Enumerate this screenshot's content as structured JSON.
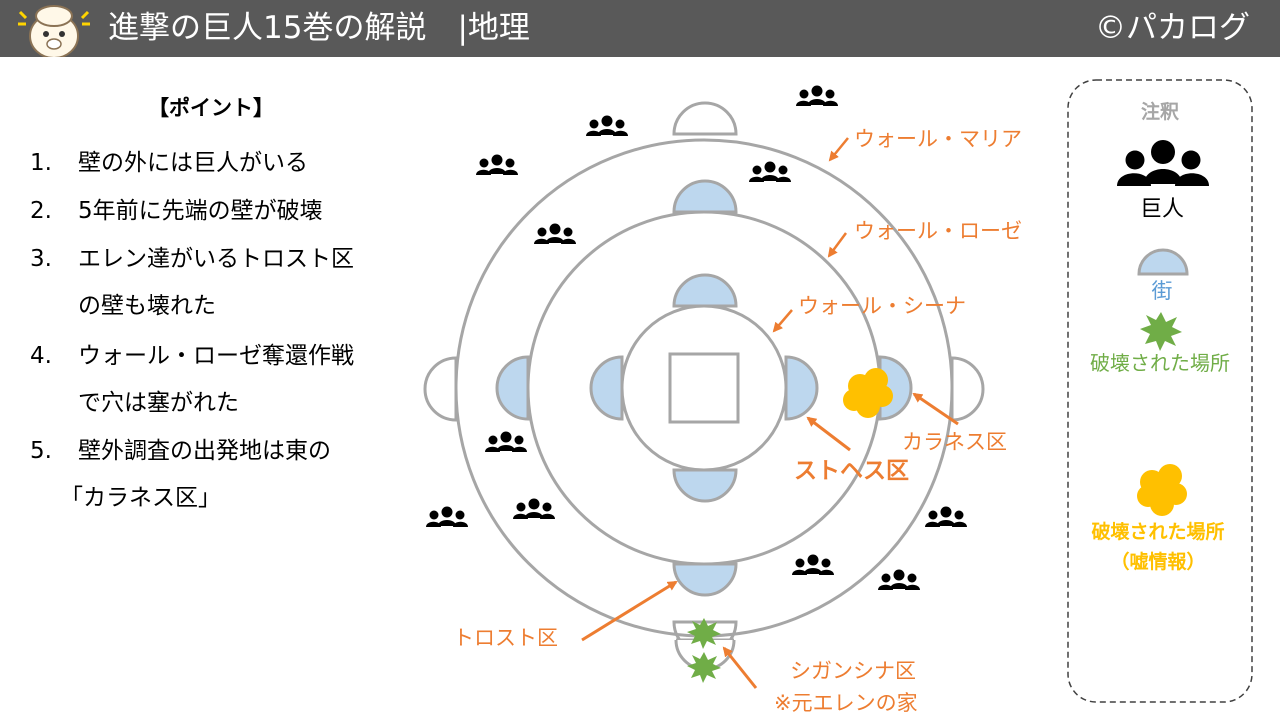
{
  "header": {
    "title": "進撃の巨人15巻の解説　|地理",
    "copyright": "©パカログ"
  },
  "points": {
    "heading": "【ポイント】",
    "items": [
      {
        "num": "1.",
        "line1": "壁の外には巨人がいる",
        "line2": ""
      },
      {
        "num": "2.",
        "line1": "5年前に先端の壁が破壊",
        "line2": ""
      },
      {
        "num": "3.",
        "line1": "エレン達がいるトロスト区",
        "line2": "の壁も壊れた"
      },
      {
        "num": "4.",
        "line1": "ウォール・ローゼ奪還作戦",
        "line2": "で穴は塞がれた"
      },
      {
        "num": "5.",
        "line1": "壁外調査の出発地は東の",
        "line2": "「カラネス区」"
      }
    ]
  },
  "map": {
    "walls": {
      "maria": "ウォール・マリア",
      "rose": "ウォール・ローゼ",
      "sina": "ウォール・シーナ"
    },
    "districts": {
      "karanes": "カラネス区",
      "stohess": "ストヘス区",
      "trost": "トロスト区",
      "shiganshina": "シガンシナ区",
      "shiganshina_note": "※元エレンの家"
    }
  },
  "legend": {
    "title": "注釈",
    "titan": "巨人",
    "town": "街",
    "destroyed": "破壊された場所",
    "fake_line1": "破壊された場所",
    "fake_line2": "（嘘情報）"
  },
  "colors": {
    "header_bg": "#595959",
    "orange": "#ED7D31",
    "town_fill": "#BDD7EE",
    "wall_gray": "#A6A6A6",
    "green": "#70AD47",
    "yellow": "#FFC000",
    "blue_text": "#5B9BD5"
  }
}
